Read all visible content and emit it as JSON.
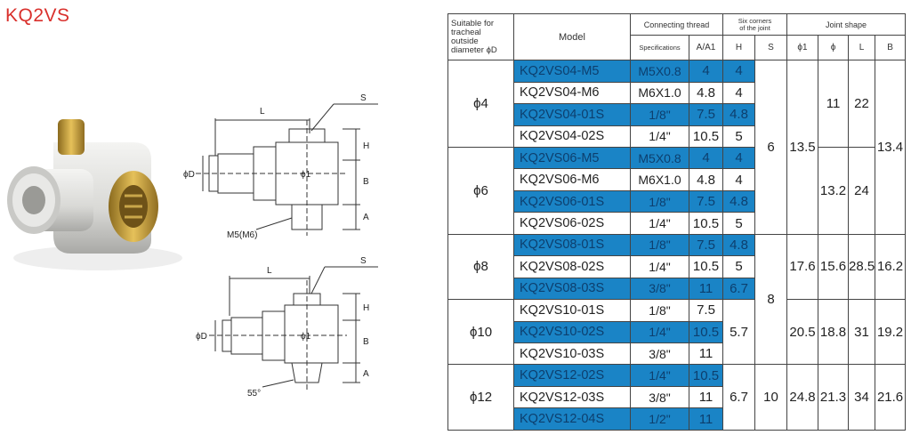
{
  "product": {
    "title": "KQ2VS"
  },
  "drawing": {
    "top": {
      "L": "L",
      "S": "S",
      "H": "H",
      "B": "B",
      "A": "A",
      "D": "ϕD",
      "phi1": "ϕ1",
      "port": "M5(M6)"
    },
    "bottom": {
      "L": "L",
      "S": "S",
      "H": "H",
      "B": "B",
      "A": "A",
      "D": "ϕD",
      "phi1": "ϕ1",
      "angle": "55°"
    }
  },
  "table": {
    "headers": {
      "suitable": [
        "Suitable for",
        "tracheal",
        "outside",
        "diameter ϕD"
      ],
      "model": "Model",
      "connecting_thread": "Connecting thread",
      "six_corners": [
        "Six corners",
        "of the joint"
      ],
      "joint_shape": "Joint shape",
      "specifications": "Specifications",
      "a_a1": "A/A1",
      "h": "H",
      "s": "S",
      "phi1": "ϕ1",
      "phi": "ϕ",
      "l": "L",
      "b": "B"
    },
    "groups": [
      {
        "diameter": "ϕ4"
      },
      {
        "diameter": "ϕ6"
      },
      {
        "diameter": "ϕ8"
      },
      {
        "diameter": "ϕ10"
      },
      {
        "diameter": "ϕ12"
      }
    ],
    "rows": [
      {
        "model": "KQ2VS04-M5",
        "spec": "M5X0.8",
        "a": "4",
        "h": "4",
        "highlight": true
      },
      {
        "model": "KQ2VS04-M6",
        "spec": "M6X1.0",
        "a": "4.8",
        "h": "4",
        "highlight": false
      },
      {
        "model": "KQ2VS04-01S",
        "spec": "1/8\"",
        "a": "7.5",
        "h": "4.8",
        "highlight": true
      },
      {
        "model": "KQ2VS04-02S",
        "spec": "1/4\"",
        "a": "10.5",
        "h": "5",
        "highlight": false
      },
      {
        "model": "KQ2VS06-M5",
        "spec": "M5X0.8",
        "a": "4",
        "h": "4",
        "highlight": true
      },
      {
        "model": "KQ2VS06-M6",
        "spec": "M6X1.0",
        "a": "4.8",
        "h": "4",
        "highlight": false
      },
      {
        "model": "KQ2VS06-01S",
        "spec": "1/8\"",
        "a": "7.5",
        "h": "4.8",
        "highlight": true
      },
      {
        "model": "KQ2VS06-02S",
        "spec": "1/4\"",
        "a": "10.5",
        "h": "5",
        "highlight": false
      },
      {
        "model": "KQ2VS08-01S",
        "spec": "1/8\"",
        "a": "7.5",
        "h": "4.8",
        "highlight": true
      },
      {
        "model": "KQ2VS08-02S",
        "spec": "1/4\"",
        "a": "10.5",
        "h": "5",
        "highlight": false
      },
      {
        "model": "KQ2VS08-03S",
        "spec": "3/8\"",
        "a": "11",
        "h": "6.7",
        "highlight": true
      },
      {
        "model": "KQ2VS10-01S",
        "spec": "1/8\"",
        "a": "7.5",
        "h": "",
        "highlight": false
      },
      {
        "model": "KQ2VS10-02S",
        "spec": "1/4\"",
        "a": "10.5",
        "h": "5.7",
        "highlight": true
      },
      {
        "model": "KQ2VS10-03S",
        "spec": "3/8\"",
        "a": "11",
        "h": "",
        "highlight": false
      },
      {
        "model": "KQ2VS12-02S",
        "spec": "1/4\"",
        "a": "10.5",
        "h": "",
        "highlight": true
      },
      {
        "model": "KQ2VS12-03S",
        "spec": "3/8\"",
        "a": "11",
        "h": "6.7",
        "highlight": false
      },
      {
        "model": "KQ2VS12-04S",
        "spec": "1/2\"",
        "a": "11",
        "h": "",
        "highlight": true
      }
    ],
    "s_values": {
      "g4_6": "6",
      "g8_10": "8",
      "g12": "10"
    },
    "joint": {
      "g4_6": {
        "phi1": "13.5",
        "b": "13.4"
      },
      "g4": {
        "phi": "11",
        "l": "22"
      },
      "g6": {
        "phi": "13.2",
        "l": "24"
      },
      "g8": {
        "phi1": "17.6",
        "phi": "15.6",
        "l": "28.5",
        "b": "16.2"
      },
      "g10": {
        "phi1": "20.5",
        "phi": "18.8",
        "l": "31",
        "b": "19.2"
      },
      "g12": {
        "phi1": "24.8",
        "phi": "21.3",
        "l": "34",
        "b": "21.6"
      }
    },
    "colors": {
      "highlight": "#1a84c6",
      "title": "#d9302c"
    }
  }
}
